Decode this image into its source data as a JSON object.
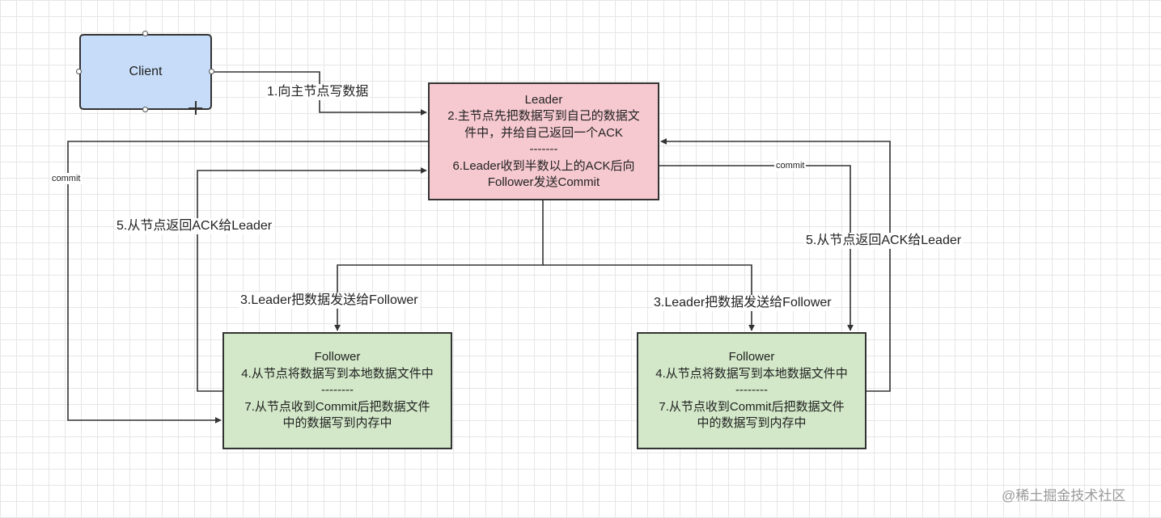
{
  "nodes": {
    "client": {
      "label": "Client"
    },
    "leader": {
      "lines": [
        "Leader",
        "2.主节点先把数据写到自己的数据文",
        "件中，并给自己返回一个ACK",
        "-------",
        "6.Leader收到半数以上的ACK后向",
        "Follower发送Commit"
      ]
    },
    "follower_left": {
      "lines": [
        "Follower",
        "4.从节点将数据写到本地数据文件中",
        "--------",
        "7.从节点收到Commit后把数据文件",
        "中的数据写到内存中"
      ]
    },
    "follower_right": {
      "lines": [
        "Follower",
        "4.从节点将数据写到本地数据文件中",
        "--------",
        "7.从节点收到Commit后把数据文件",
        "中的数据写到内存中"
      ]
    }
  },
  "edges": {
    "client_to_leader": "1.向主节点写数据",
    "leader_to_follower_left": "3.Leader把数据发送给Follower",
    "leader_to_follower_right": "3.Leader把数据发送给Follower",
    "follower_left_ack": "5.从节点返回ACK给Leader",
    "follower_right_ack": "5.从节点返回ACK给Leader",
    "commit_left": "commit",
    "commit_right": "commit"
  },
  "colors": {
    "client_fill": "#c6dcf8",
    "leader_fill": "#f6c9d0",
    "follower_fill": "#d2e8c8",
    "line": "#333333"
  },
  "watermark": "@稀土掘金技术社区"
}
